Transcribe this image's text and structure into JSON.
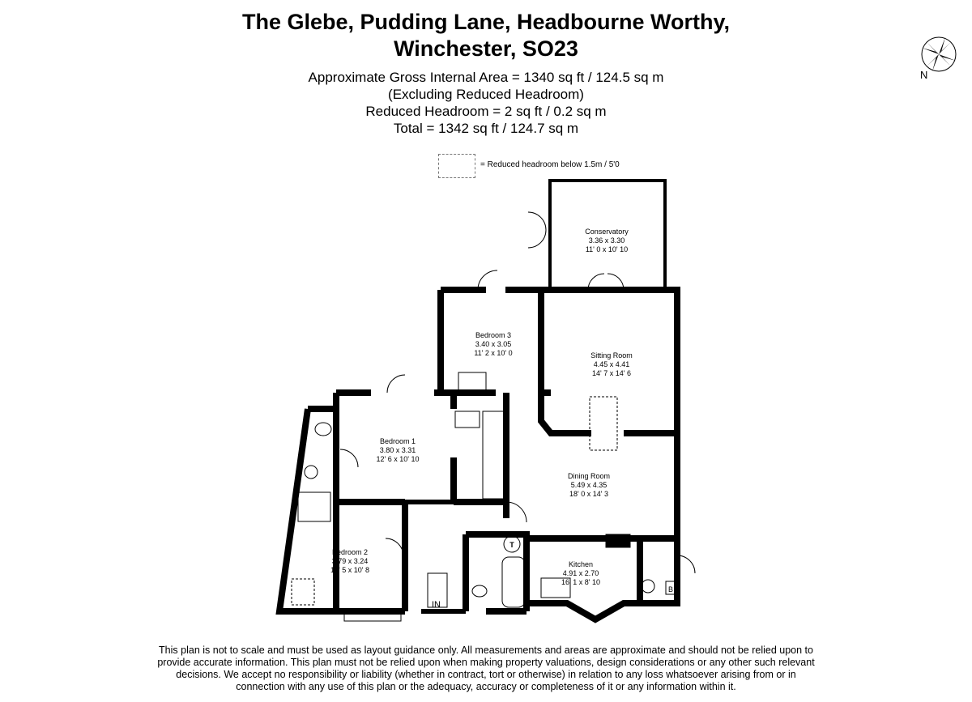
{
  "header": {
    "title_line1": "The Glebe, Pudding Lane, Headbourne Worthy,",
    "title_line2": "Winchester, SO23",
    "area_line1": "Approximate Gross Internal Area = 1340 sq ft / 124.5 sq m",
    "area_line2": "(Excluding Reduced Headroom)",
    "area_line3": "Reduced Headroom = 2 sq ft / 0.2 sq m",
    "area_line4": "Total = 1342 sq ft / 124.7 sq m"
  },
  "legend": {
    "text": "= Reduced headroom below 1.5m / 5'0"
  },
  "compass": {
    "label": "N"
  },
  "rooms": {
    "conservatory": {
      "name": "Conservatory",
      "metric": "3.36 x 3.30",
      "imperial": "11' 0 x 10' 10"
    },
    "bedroom3": {
      "name": "Bedroom 3",
      "metric": "3.40 x 3.05",
      "imperial": "11' 2 x 10' 0"
    },
    "sitting_room": {
      "name": "Sitting Room",
      "metric": "4.45 x 4.41",
      "imperial": "14' 7 x 14' 6"
    },
    "bedroom1": {
      "name": "Bedroom 1",
      "metric": "3.80 x 3.31",
      "imperial": "12' 6 x 10' 10"
    },
    "dining_room": {
      "name": "Dining Room",
      "metric": "5.49 x 4.35",
      "imperial": "18' 0 x 14' 3"
    },
    "bedroom2": {
      "name": "Bedroom 2",
      "metric": "3.79 x 3.24",
      "imperial": "12' 5 x 10' 8"
    },
    "kitchen": {
      "name": "Kitchen",
      "metric": "4.91 x 2.70",
      "imperial": "16' 1 x 8' 10"
    }
  },
  "markers": {
    "entrance": "IN",
    "tank": "T",
    "boiler": "B"
  },
  "disclaimer": {
    "line1": "This plan is not to scale and must be used as layout guidance only. All measurements and areas are approximate and should not be relied upon to",
    "line2": "provide accurate information. This plan must not be relied upon when making property valuations, design considerations or any other such relevant",
    "line3": "decisions. We accept no responsibility or liability (whether in contract, tort or otherwise) in relation to any loss whatsoever arising from or in",
    "line4": "connection with any use of this plan or the adequacy, accuracy or completeness of it or any information within it."
  }
}
